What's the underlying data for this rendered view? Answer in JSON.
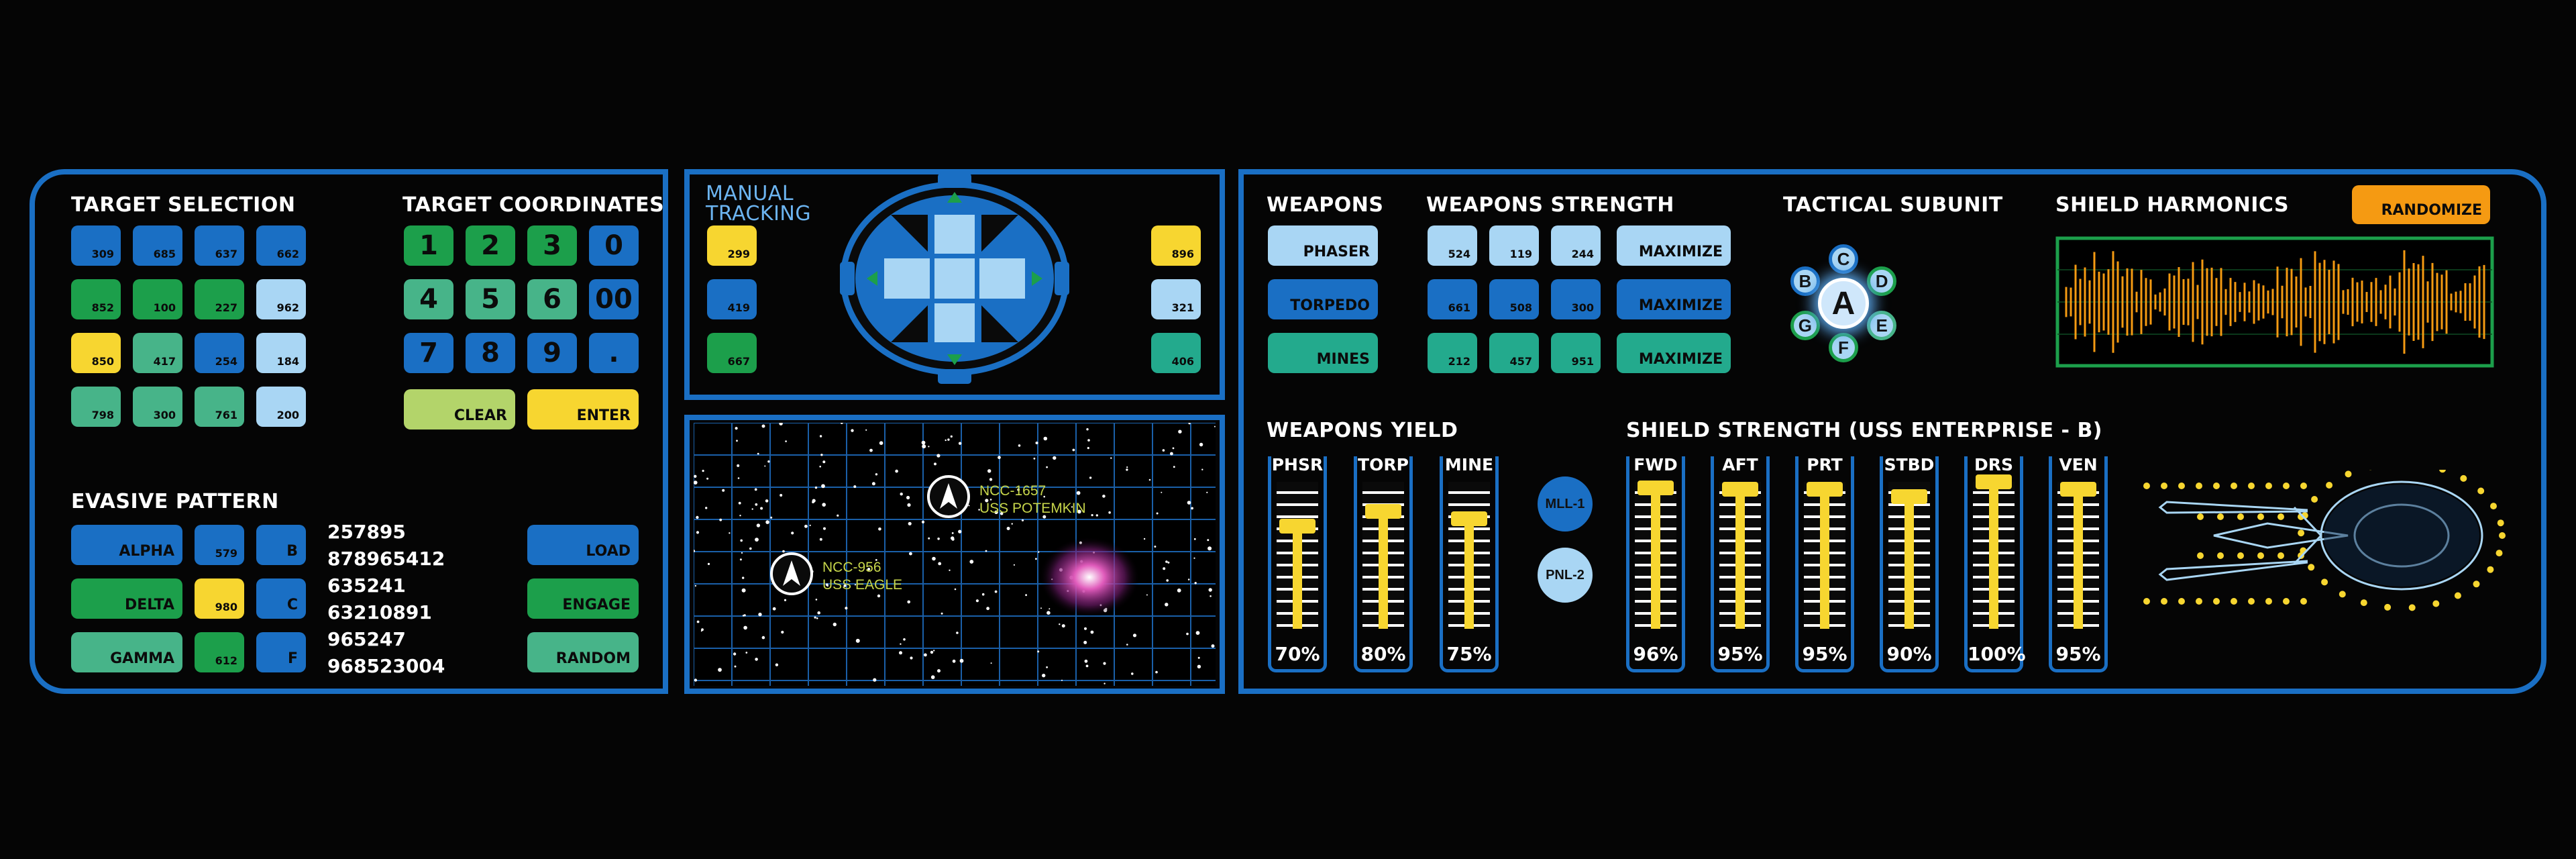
{
  "target_selection": {
    "title": "TARGET SELECTION",
    "keys": [
      {
        "label": "309",
        "color": "blue"
      },
      {
        "label": "685",
        "color": "blue"
      },
      {
        "label": "637",
        "color": "blue"
      },
      {
        "label": "662",
        "color": "blue"
      },
      {
        "label": "852",
        "color": "green"
      },
      {
        "label": "100",
        "color": "green"
      },
      {
        "label": "227",
        "color": "green"
      },
      {
        "label": "962",
        "color": "light"
      },
      {
        "label": "850",
        "color": "yellow"
      },
      {
        "label": "417",
        "color": "teal"
      },
      {
        "label": "254",
        "color": "blue"
      },
      {
        "label": "184",
        "color": "light"
      },
      {
        "label": "798",
        "color": "teal"
      },
      {
        "label": "300",
        "color": "teal"
      },
      {
        "label": "761",
        "color": "teal"
      },
      {
        "label": "200",
        "color": "light"
      }
    ]
  },
  "target_coordinates": {
    "title": "TARGET COORDINATES",
    "keys": [
      {
        "label": "1",
        "color": "green"
      },
      {
        "label": "2",
        "color": "green"
      },
      {
        "label": "3",
        "color": "green"
      },
      {
        "label": "0",
        "color": "blue"
      },
      {
        "label": "4",
        "color": "teal"
      },
      {
        "label": "5",
        "color": "teal"
      },
      {
        "label": "6",
        "color": "teal"
      },
      {
        "label": "00",
        "color": "blue"
      },
      {
        "label": "7",
        "color": "blue"
      },
      {
        "label": "8",
        "color": "blue"
      },
      {
        "label": "9",
        "color": "blue"
      },
      {
        "label": ".",
        "color": "blue"
      }
    ],
    "clear_label": "CLEAR",
    "enter_label": "ENTER"
  },
  "evasive_pattern": {
    "title": "EVASIVE PATTERN",
    "rows": [
      {
        "name": "ALPHA",
        "name_color": "blue",
        "code": "579",
        "code_color": "blue",
        "letter": "B"
      },
      {
        "name": "DELTA",
        "name_color": "green",
        "code": "980",
        "code_color": "yellow",
        "letter": "C"
      },
      {
        "name": "GAMMA",
        "name_color": "teal",
        "code": "612",
        "code_color": "green",
        "letter": "F"
      }
    ],
    "numbers": [
      "257895",
      "878965412",
      "635241",
      "63210891",
      "965247",
      "968523004"
    ],
    "load_label": "LOAD",
    "engage_label": "ENGAGE",
    "random_label": "RANDOM"
  },
  "manual_tracking": {
    "title_line1": "MANUAL",
    "title_line2": "TRACKING",
    "left_keys": [
      {
        "label": "299",
        "color": "yellow"
      },
      {
        "label": "419",
        "color": "blue"
      },
      {
        "label": "667",
        "color": "green"
      }
    ],
    "right_keys": [
      {
        "label": "896",
        "color": "yellow"
      },
      {
        "label": "321",
        "color": "light"
      },
      {
        "label": "406",
        "color": "cyan"
      }
    ]
  },
  "starmap": {
    "ships": [
      {
        "id": "NCC-1657",
        "name": "USS POTEMKIN"
      },
      {
        "id": "NCC-956",
        "name": "USS EAGLE"
      }
    ]
  },
  "weapons": {
    "title": "WEAPONS",
    "items": [
      {
        "label": "PHASER",
        "color": "light"
      },
      {
        "label": "TORPEDO",
        "color": "blue"
      },
      {
        "label": "MINES",
        "color": "cyan"
      }
    ]
  },
  "weapons_strength": {
    "title": "WEAPONS STRENGTH",
    "rows": [
      {
        "values": [
          "524",
          "119",
          "244"
        ],
        "color": "light",
        "button": "MAXIMIZE"
      },
      {
        "values": [
          "661",
          "508",
          "300"
        ],
        "color": "blue",
        "button": "MAXIMIZE"
      },
      {
        "values": [
          "212",
          "457",
          "951"
        ],
        "color": "cyan",
        "button": "MAXIMIZE"
      }
    ]
  },
  "tactical_subunit": {
    "title": "TACTICAL SUBUNIT",
    "center": "A",
    "units": [
      {
        "label": "C",
        "color": "#1a6fc4"
      },
      {
        "label": "D",
        "color": "#1c9f4b"
      },
      {
        "label": "E",
        "color": "#47b489"
      },
      {
        "label": "F",
        "color": "#1c9f4b"
      },
      {
        "label": "G",
        "color": "#1c9f4b"
      },
      {
        "label": "B",
        "color": "#1a6fc4"
      }
    ]
  },
  "shield_harmonics": {
    "title": "SHIELD HARMONICS",
    "randomize_label": "RANDOMIZE"
  },
  "weapons_yield": {
    "title": "WEAPONS YIELD",
    "bars": [
      {
        "label": "PHSR",
        "percent": "70%",
        "value": 70
      },
      {
        "label": "TORP",
        "percent": "80%",
        "value": 80
      },
      {
        "label": "MINE",
        "percent": "75%",
        "value": 75
      }
    ],
    "buttons": [
      "MLL-1",
      "PNL-2"
    ]
  },
  "shield_strength": {
    "title": "SHIELD STRENGTH (USS ENTERPRISE - B)",
    "bars": [
      {
        "label": "FWD",
        "percent": "96%",
        "value": 96
      },
      {
        "label": "AFT",
        "percent": "95%",
        "value": 95
      },
      {
        "label": "PRT",
        "percent": "95%",
        "value": 95
      },
      {
        "label": "STBD",
        "percent": "90%",
        "value": 90
      },
      {
        "label": "DRS",
        "percent": "100%",
        "value": 100
      },
      {
        "label": "VEN",
        "percent": "95%",
        "value": 95
      }
    ]
  },
  "colors": {
    "frame_blue": "#1a6fc4",
    "accent_yellow": "#f7d630",
    "accent_orange": "#f59a12",
    "harmonics_green": "#1c9f4b"
  }
}
